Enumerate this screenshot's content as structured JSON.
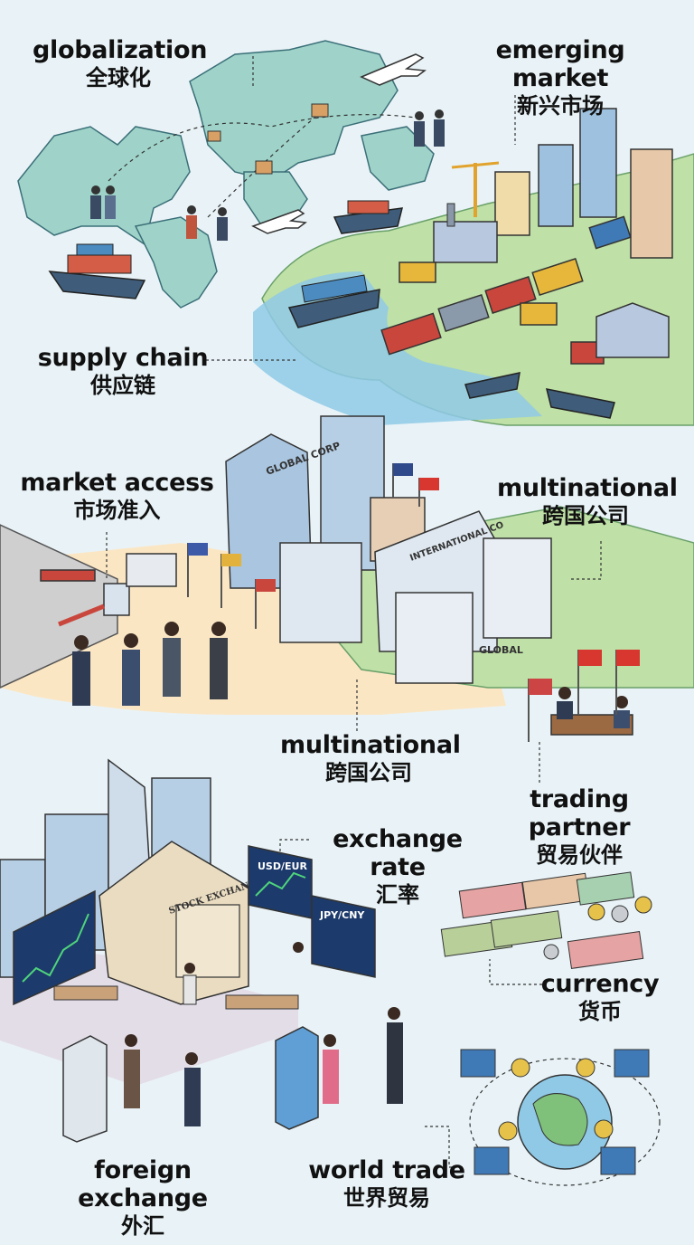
{
  "labels": {
    "globalization": {
      "en": "globalization",
      "zh": "全球化"
    },
    "emerging_market": {
      "en": "emerging market",
      "zh": "新兴市场"
    },
    "supply_chain": {
      "en": "supply chain",
      "zh": "供应链"
    },
    "market_access": {
      "en": "market access",
      "zh": "市场准入"
    },
    "multinational_top": {
      "en": "multinational",
      "zh": "跨国公司"
    },
    "multinational_mid": {
      "en": "multinational",
      "zh": "跨国公司"
    },
    "trading_partner": {
      "en": "trading partner",
      "zh": "贸易伙伴"
    },
    "exchange_rate": {
      "en": "exchange rate",
      "zh": "汇率"
    },
    "currency": {
      "en": "currency",
      "zh": "货币"
    },
    "foreign_exchange": {
      "en": "foreign exchange",
      "zh": "外汇"
    },
    "world_trade": {
      "en": "world trade",
      "zh": "世界贸易"
    }
  },
  "signs": {
    "global_corp": "GLOBAL CORP",
    "international_co": "INTERNATIONAL CO",
    "global": "GLOBAL",
    "stock_exchange": "STOCK EXCHANGE",
    "usd_eur": "USD/EUR",
    "jpy_cny": "JPY/CNY"
  },
  "colors": {
    "background": "#e9f3f7",
    "land": "#9fd3c9",
    "green_field": "#bfe0a6",
    "water": "#8fc9e6",
    "sand": "#fbe6c4"
  }
}
